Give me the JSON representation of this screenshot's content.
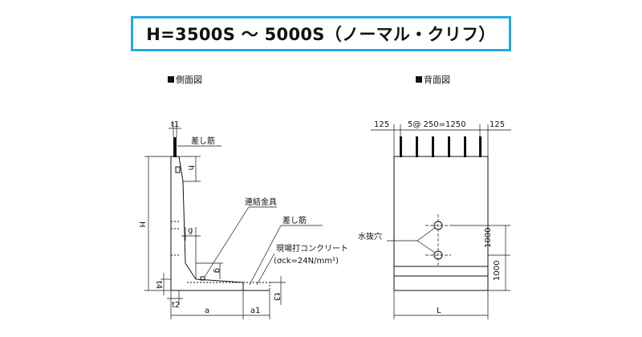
{
  "title": "H=3500S ～ 5000S（ノーマル・クリフ）",
  "side_view": {
    "label": "側面図",
    "t1": "t1",
    "rebar_label": "差し筋",
    "h": "h",
    "H": "H",
    "connector_label": "連結金具",
    "rebar_label_2": "差し筋",
    "g_top": "g",
    "g_side": "g",
    "concrete_label_line1": "現場打コンクリート",
    "concrete_label_line2": "(σck=24N/mm²)",
    "t4": "t4",
    "t2": "t2",
    "a": "a",
    "a1": "a1",
    "t3": "t3"
  },
  "back_view": {
    "label": "背面図",
    "dim_left": "125",
    "dim_middle": "5@ 250=1250",
    "dim_right": "125",
    "drain_label": "水抜穴",
    "dim_1000_upper": "1000",
    "dim_1000_lower": "1000",
    "L": "L"
  }
}
